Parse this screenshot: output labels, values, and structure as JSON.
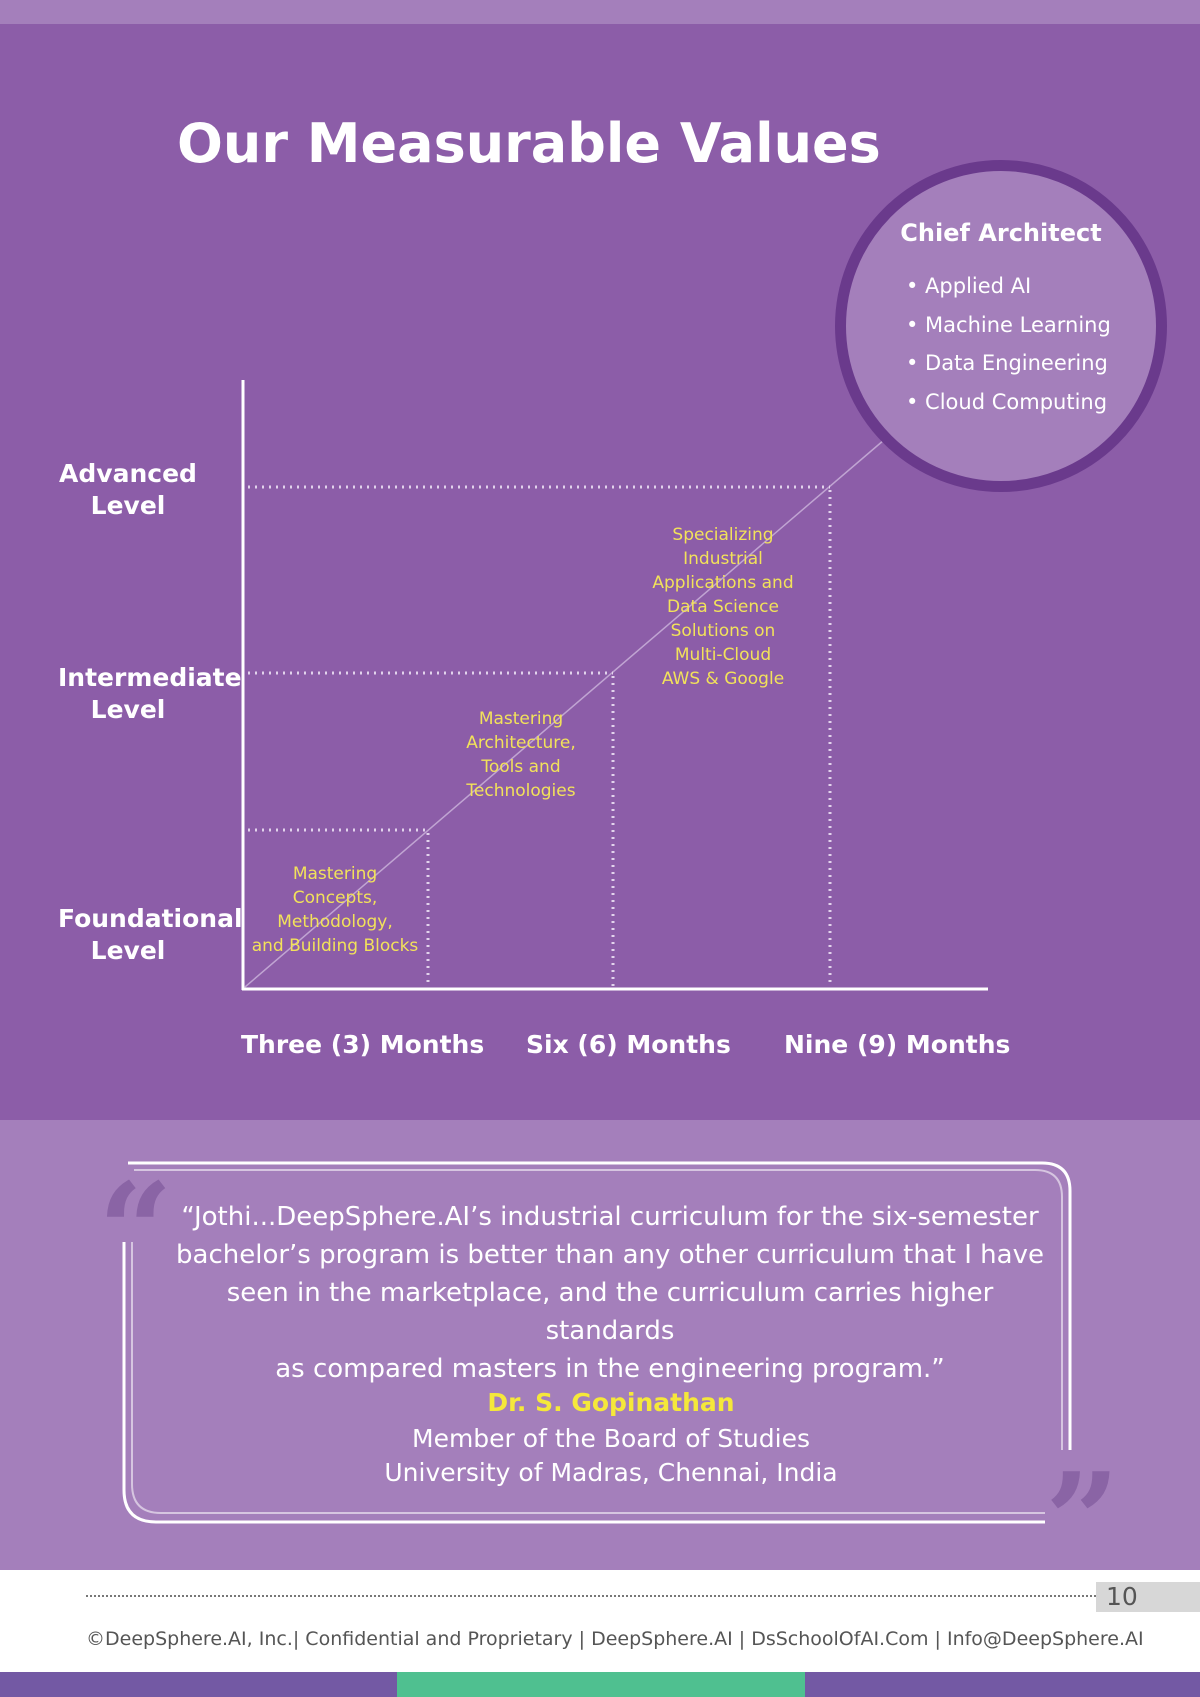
{
  "page": {
    "title": "Our Measurable Values",
    "page_number": "10"
  },
  "chief_architect": {
    "title": "Chief Architect",
    "items": [
      "• Applied AI",
      "• Machine Learning",
      "• Data Engineering",
      "• Cloud Computing"
    ]
  },
  "levels": {
    "advanced": [
      "Advanced",
      "Level"
    ],
    "intermediate": [
      "Intermediate",
      "Level"
    ],
    "foundational": [
      "Foundational",
      "Level"
    ]
  },
  "stages": {
    "three": [
      "Mastering",
      "Concepts,",
      "Methodology,",
      "and Building Blocks"
    ],
    "six": [
      "Mastering",
      "Architecture,",
      "Tools and",
      "Technologies"
    ],
    "nine": [
      "Specializing",
      "Industrial",
      "Applications and",
      "Data Science",
      "Solutions on",
      "Multi-Cloud",
      "AWS & Google"
    ]
  },
  "months": [
    "Three (3) Months",
    "Six (6) Months",
    "Nine (9) Months"
  ],
  "quote": {
    "lines": [
      "“Jothi...DeepSphere.AI’s industrial curriculum for the six-semester",
      "bachelor’s program is better than any other curriculum that I have",
      "seen in the marketplace, and the curriculum carries higher standards",
      "as compared masters in the engineering program.”"
    ],
    "author": "Dr. S. Gopinathan",
    "role_line1": "Member of the Board of Studies",
    "role_line2": "University of Madras, Chennai, India"
  },
  "footer": {
    "copyright": "©DeepSphere.AI, Inc.| Confidential and Proprietary | DeepSphere.AI | DsSchoolOfAI.Com | Info@DeepSphere.AI"
  },
  "colors": {
    "background_purple": "#8c5da8",
    "light_purple": "#a47fbb",
    "circle_border": "#6a3a8c",
    "stage_text": "#f2e25a",
    "author_text": "#f5e83a",
    "bottom_bar_purple": "#7359a4",
    "bottom_bar_green": "#4fc090"
  }
}
